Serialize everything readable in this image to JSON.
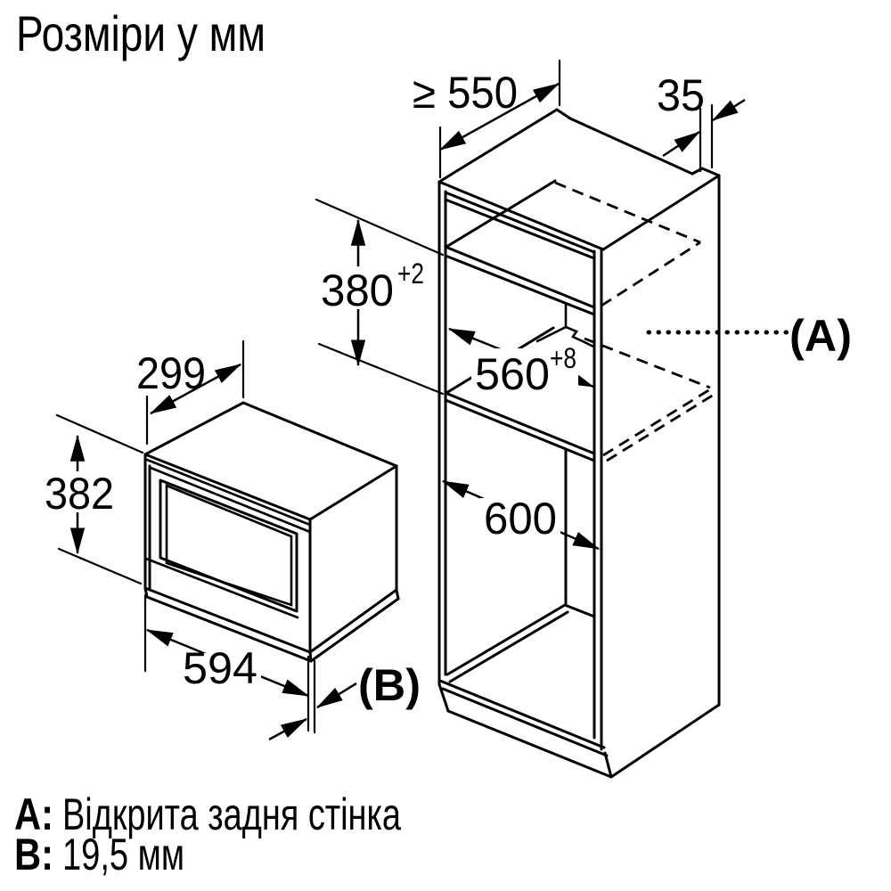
{
  "title": "Розміри у мм",
  "diagram": {
    "cabinet": {
      "depth_min": "≥ 550",
      "top_rear_gap": "35",
      "niche_height": {
        "value": "380",
        "tolerance": "+2"
      },
      "niche_width": {
        "value": "560",
        "tolerance": "+8"
      },
      "lower_width": "600",
      "note_a_label": "(A)"
    },
    "appliance": {
      "body_depth": "299",
      "height": "382",
      "width": "594",
      "note_b_label": "(B)"
    }
  },
  "legend": {
    "a_key": "A:",
    "a_text": "Відкрита задня стінка",
    "b_key": "B:",
    "b_text": "19,5 мм"
  },
  "colors": {
    "line": "#000000",
    "background": "#ffffff"
  }
}
